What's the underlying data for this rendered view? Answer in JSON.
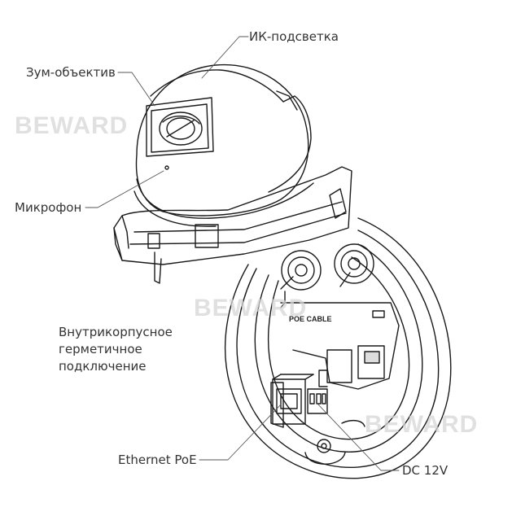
{
  "labels": {
    "ir_light": "ИК-подсветка",
    "zoom_lens": "Зум-объектив",
    "microphone": "Микрофон",
    "sealed_connection": "Внутрикорпусное\nгерметичное\nподключение",
    "ethernet_poe": "Ethernet PoE",
    "dc_12v": "DC 12V"
  },
  "board_marking": "POE CABLE",
  "watermark": "BEWARD",
  "colors": {
    "line": "#1a1a1a",
    "label_text": "#333333",
    "watermark": "#d6d6d6"
  }
}
